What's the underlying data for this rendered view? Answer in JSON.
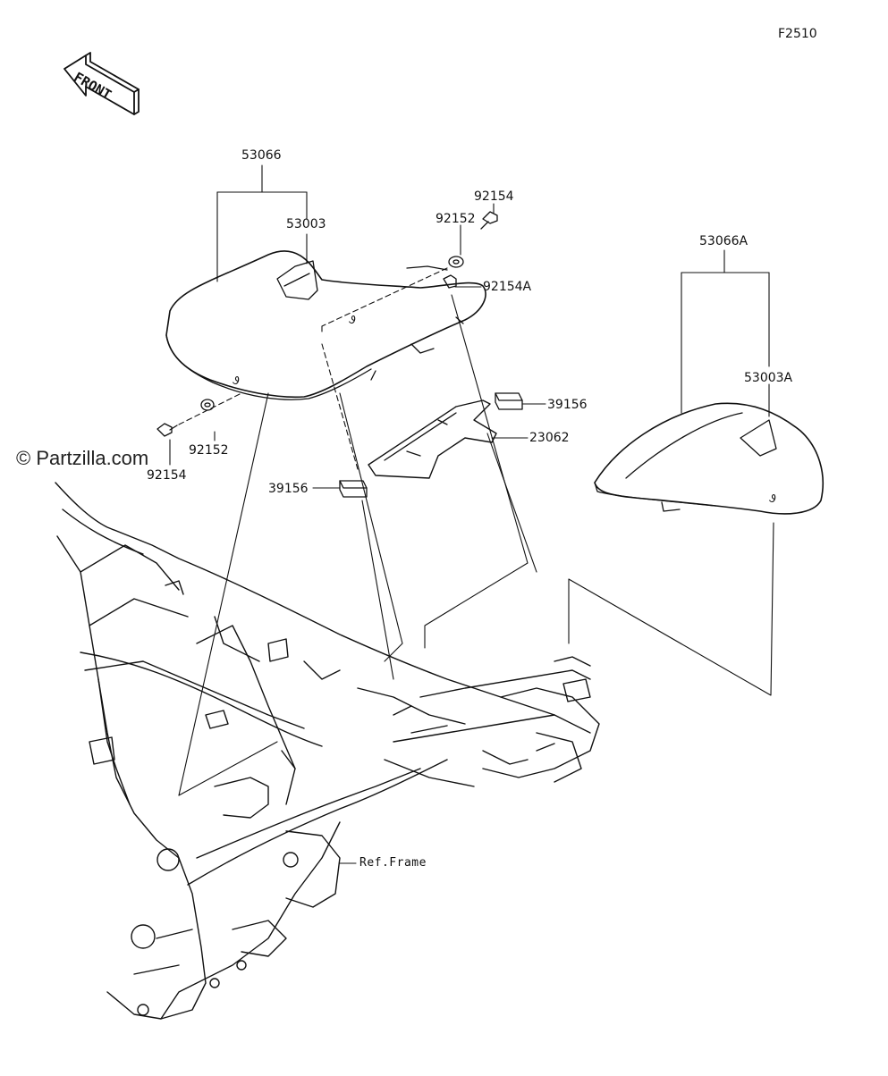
{
  "figure_code": "F2510",
  "front_label": "FRONT",
  "watermark": "© Partzilla.com",
  "parts": {
    "seat_assy": "53066",
    "seat_cover": "53003",
    "rear_seat_assy": "53066A",
    "rear_seat_cover": "53003A",
    "bolt_a": "92154",
    "collar_a": "92152",
    "bolt_b": "92154",
    "collar_b": "92152",
    "bolt_bracket": "92154A",
    "damper_a": "39156",
    "damper_b": "39156",
    "bracket": "23062",
    "frame_ref": "Ref.Frame"
  },
  "colors": {
    "ink": "#111111",
    "background": "#ffffff"
  }
}
